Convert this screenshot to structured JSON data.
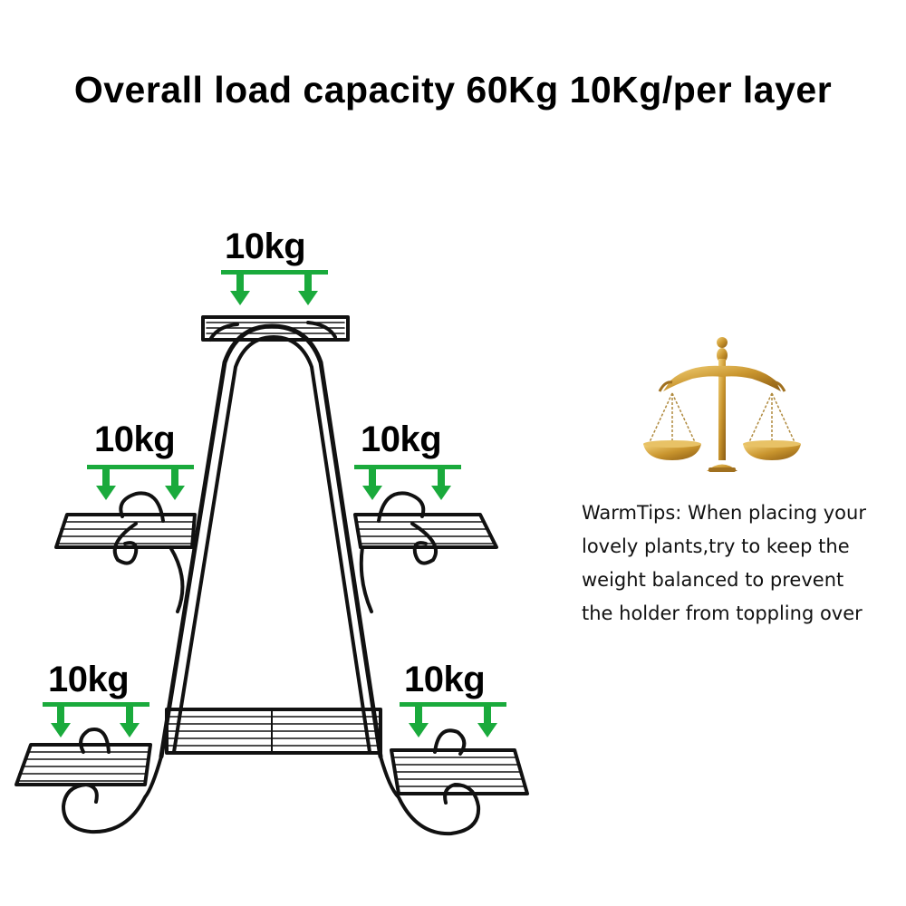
{
  "headline": "Overall load capacity 60Kg 10Kg/per layer",
  "shelf_labels": {
    "top": "10kg",
    "middle_left": "10kg",
    "middle_right": "10kg",
    "bottom_left": "10kg",
    "bottom_right": "10kg"
  },
  "tips": {
    "lines": [
      "WarmTips: When placing your",
      "lovely plants,try to keep the",
      "weight balanced to prevent",
      "the holder from toppling over"
    ]
  },
  "colors": {
    "arrow": "#1aaa3c",
    "frame": "#111111",
    "scale_gold": "#c9952e",
    "text": "#000000"
  },
  "icons": {
    "scale": "balance-scale-icon",
    "arrow": "arrow-down-icon"
  }
}
